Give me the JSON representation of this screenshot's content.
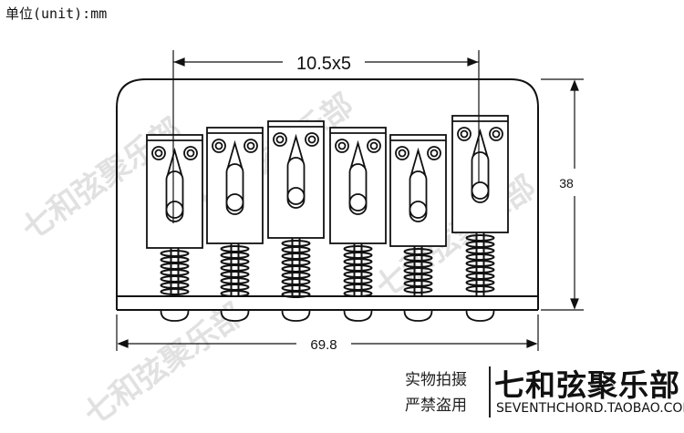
{
  "unit_label": "单位(unit):mm",
  "dimensions": {
    "saddle_spacing": "10.5x5",
    "height": "38",
    "width": "69.8"
  },
  "saddle_count": 6,
  "watermark": "七和弦聚乐部",
  "brand": {
    "line1": "实物拍摄",
    "line2": "严禁盗用",
    "name": "七和弦聚乐部",
    "url": "SEVENTHCHORD.TAOBAO.COM"
  }
}
